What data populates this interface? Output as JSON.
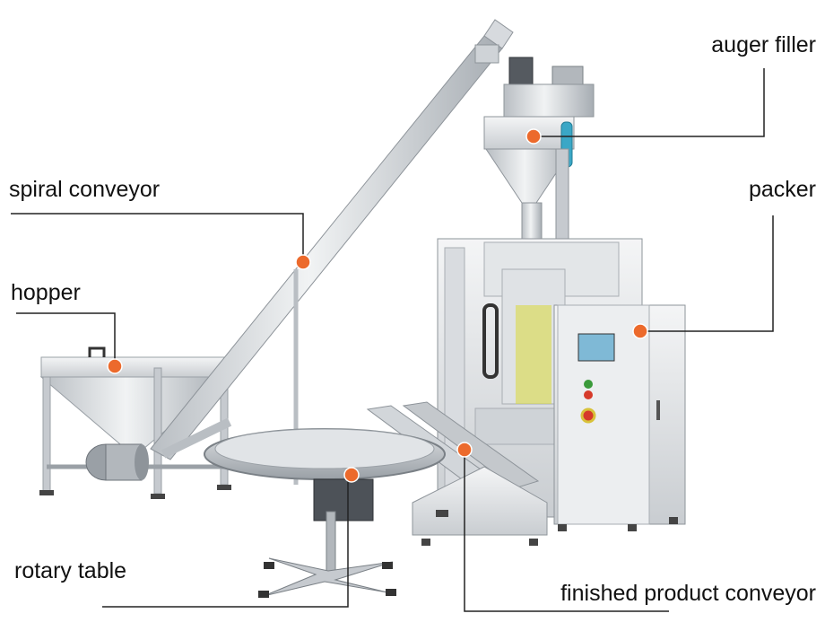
{
  "diagram": {
    "labels": {
      "auger_filler": "auger filler",
      "spiral_conveyor": "spiral conveyor",
      "packer": "packer",
      "hopper": "hopper",
      "rotary_table": "rotary table",
      "finished_product_conveyor": "finished product conveyor"
    },
    "colors": {
      "marker": "#ec6a2c",
      "leader_line": "#222222",
      "steel_light": "#e8eaec",
      "steel_mid": "#c4c8cc",
      "steel_dark": "#8e949a",
      "background": "#ffffff"
    }
  }
}
